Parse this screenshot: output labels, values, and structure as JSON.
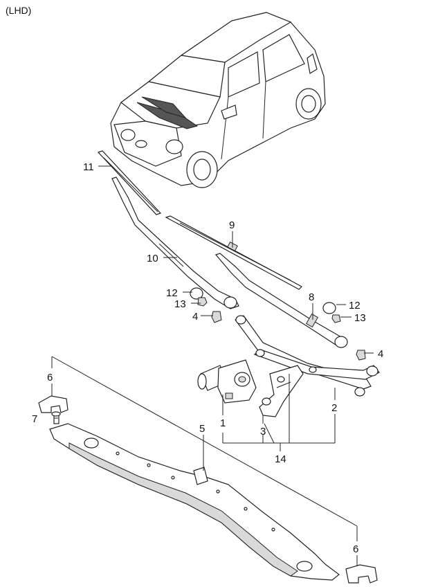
{
  "header": {
    "variant": "(LHD)"
  },
  "callouts": [
    {
      "id": "c11",
      "text": "11"
    },
    {
      "id": "c9",
      "text": "9"
    },
    {
      "id": "c10",
      "text": "10"
    },
    {
      "id": "c12a",
      "text": "12"
    },
    {
      "id": "c13a",
      "text": "13"
    },
    {
      "id": "c4a",
      "text": "4"
    },
    {
      "id": "c8",
      "text": "8"
    },
    {
      "id": "c12b",
      "text": "12"
    },
    {
      "id": "c13b",
      "text": "13"
    },
    {
      "id": "c4b",
      "text": "4"
    },
    {
      "id": "c6a",
      "text": "6"
    },
    {
      "id": "c7",
      "text": "7"
    },
    {
      "id": "c1",
      "text": "1"
    },
    {
      "id": "c3",
      "text": "3"
    },
    {
      "id": "c2",
      "text": "2"
    },
    {
      "id": "c14",
      "text": "14"
    },
    {
      "id": "c5",
      "text": "5"
    },
    {
      "id": "c6b",
      "text": "6"
    }
  ]
}
